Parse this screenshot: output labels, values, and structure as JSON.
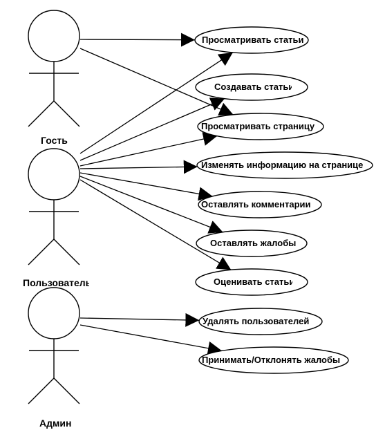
{
  "actors": [
    {
      "id": "guest",
      "name": "Гость"
    },
    {
      "id": "user",
      "name": "Пользователь"
    },
    {
      "id": "admin",
      "name": "Админ"
    }
  ],
  "use_cases": [
    {
      "id": "uc1",
      "label": "Просматривать статьи"
    },
    {
      "id": "uc2",
      "label": "Создавать статьи"
    },
    {
      "id": "uc3",
      "label": "Просматривать страницу"
    },
    {
      "id": "uc4",
      "label": "Изменять информацию на странице"
    },
    {
      "id": "uc5",
      "label": "Оставлять комментарии"
    },
    {
      "id": "uc6",
      "label": "Оставлять жалобы"
    },
    {
      "id": "uc7",
      "label": "Оценивать статьи"
    },
    {
      "id": "uc8",
      "label": "Удалять пользователей"
    },
    {
      "id": "uc9",
      "label": "Принимать/Отклонять жалобы"
    }
  ],
  "associations": [
    {
      "from": "guest",
      "to": "uc1"
    },
    {
      "from": "guest",
      "to": "uc3"
    },
    {
      "from": "user",
      "to": "uc1"
    },
    {
      "from": "user",
      "to": "uc2"
    },
    {
      "from": "user",
      "to": "uc3"
    },
    {
      "from": "user",
      "to": "uc4"
    },
    {
      "from": "user",
      "to": "uc5"
    },
    {
      "from": "user",
      "to": "uc6"
    },
    {
      "from": "user",
      "to": "uc7"
    },
    {
      "from": "admin",
      "to": "uc8"
    },
    {
      "from": "admin",
      "to": "uc9"
    }
  ]
}
